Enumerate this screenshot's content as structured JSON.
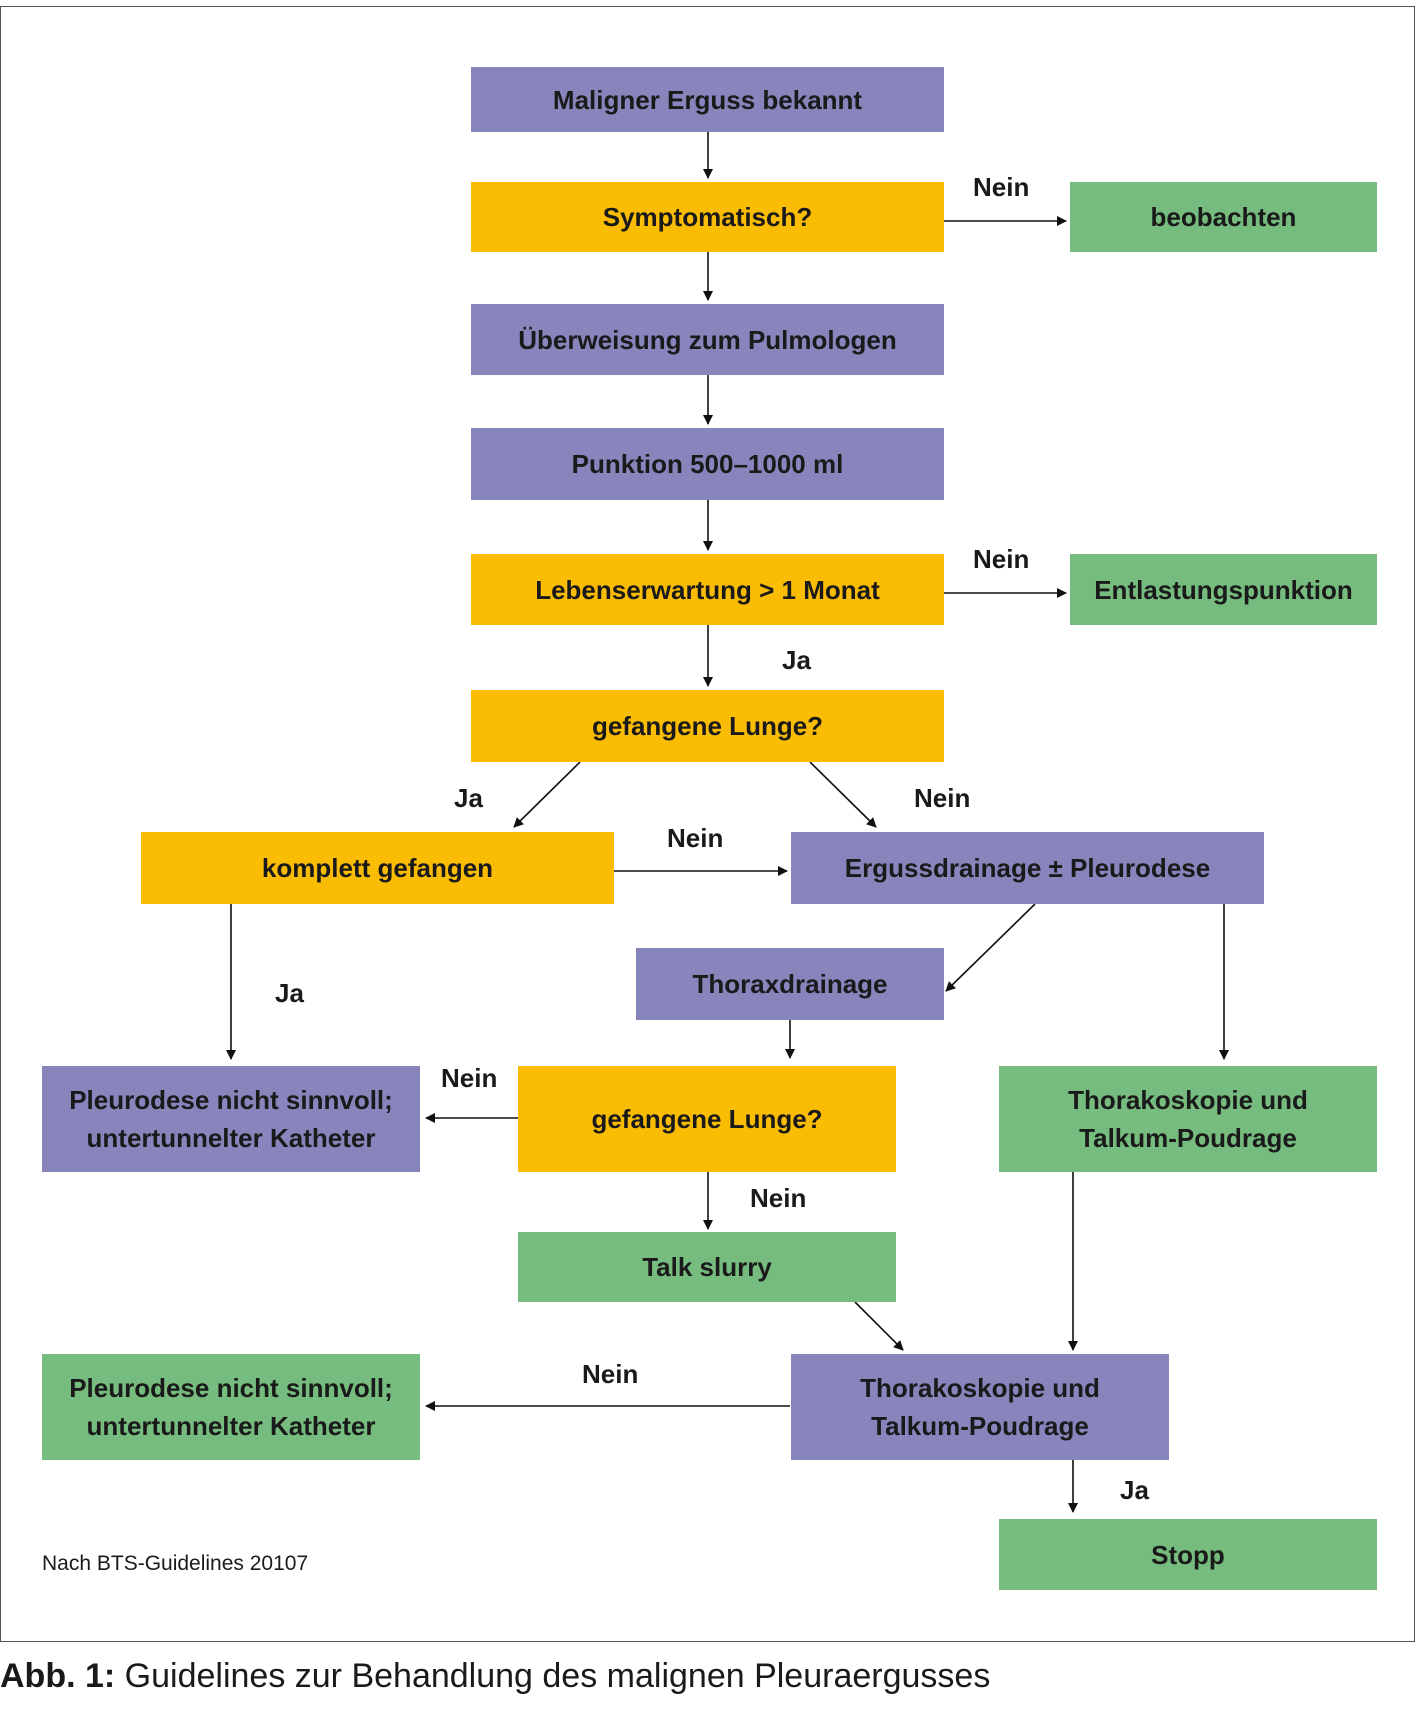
{
  "nodes": {
    "maligner_erguss": "Maligner Erguss bekannt",
    "symptomatisch": "Symptomatisch?",
    "beobachten": "beobachten",
    "ueberweisung": "Überweisung zum Pulmologen",
    "punktion": "Punktion 500–1000 ml",
    "lebenserwartung": "Lebenserwartung > 1 Monat",
    "entlastungspunktion": "Entlastungspunktion",
    "gefangene_lunge_1": "gefangene Lunge?",
    "komplett_gefangen": "komplett gefangen",
    "ergussdrainage": "Ergussdrainage ± Pleurodese",
    "thoraxdrainage": "Thoraxdrainage",
    "pleurodese_1_line1": "Pleurodese nicht sinnvoll;",
    "pleurodese_1_line2": "untertunnelter Katheter",
    "gefangene_lunge_2": "gefangene Lunge?",
    "thorakoskopie_1_line1": "Thorakoskopie und",
    "thorakoskopie_1_line2": "Talkum-Poudrage",
    "talk_slurry": "Talk slurry",
    "pleurodese_2_line1": "Pleurodese nicht sinnvoll;",
    "pleurodese_2_line2": "untertunnelter Katheter",
    "thorakoskopie_2_line1": "Thorakoskopie und",
    "thorakoskopie_2_line2": "Talkum-Poudrage",
    "stopp": "Stopp"
  },
  "edge_labels": {
    "symptomatisch_nein": "Nein",
    "lebenserwartung_nein": "Nein",
    "lebenserwartung_ja": "Ja",
    "gefangene_lunge_1_ja": "Ja",
    "gefangene_lunge_1_nein": "Nein",
    "komplett_gefangen_nein": "Nein",
    "komplett_gefangen_ja": "Ja",
    "gefangene_lunge_2_nein_left": "Nein",
    "gefangene_lunge_2_nein_down": "Nein",
    "thorakoskopie_2_nein": "Nein",
    "thorakoskopie_2_ja": "Ja"
  },
  "source_note": "Nach BTS-Guidelines 20107",
  "caption": {
    "prefix": "Abb. 1:",
    "text": " Guidelines zur Behandlung des malignen Pleuraergusses"
  },
  "colors": {
    "process": "#8885bd",
    "decision": "#fbbc04",
    "terminal": "#76bc7e"
  }
}
